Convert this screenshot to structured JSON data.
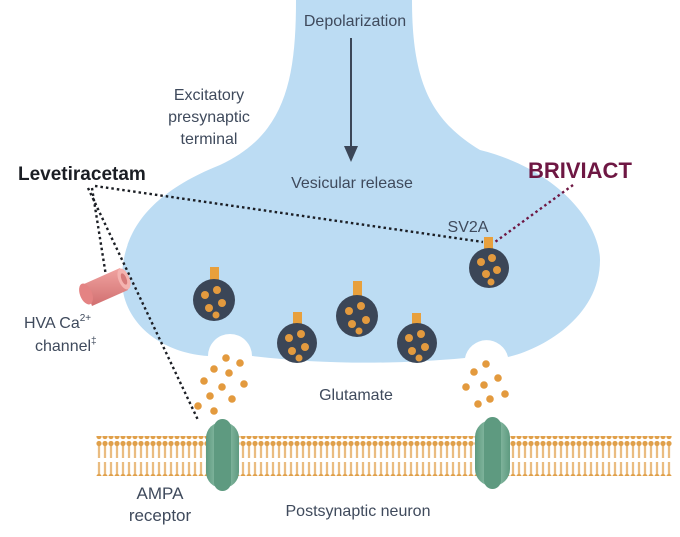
{
  "labels": {
    "depolarization": "Depolarization",
    "terminal_line1": "Excitatory",
    "terminal_line2": "presynaptic",
    "terminal_line3": "terminal",
    "vesicular_release": "Vesicular release",
    "levetiracetam": "Levetiracetam",
    "briviact": "BRIVIACT",
    "sv2a": "SV2A",
    "hva_line1_main": "HVA Ca",
    "hva_line1_sup": "2+",
    "hva_line2_main": "channel",
    "hva_line2_sup": "‡",
    "glutamate": "Glutamate",
    "ampa_line1": "AMPA",
    "ampa_line2": "receptor",
    "postsynaptic": "Postsynaptic neuron"
  },
  "colors": {
    "terminal_fill": "#bcdcf3",
    "vesicle": "#3b4657",
    "glutamate_dot": "#e39a3e",
    "sv2a_protein": "#e8a03c",
    "membrane_head": "#e0a04a",
    "receptor": "#7aae95",
    "calcium_channel": "#e3898a",
    "briviact_text": "#6e1743",
    "label_text": "#3f4a5c"
  },
  "icons": {
    "vesicle": "vesicle-icon",
    "ampa_receptor": "ampa-receptor-icon",
    "calcium_channel": "calcium-channel-icon",
    "arrow": "arrow-down-icon"
  }
}
